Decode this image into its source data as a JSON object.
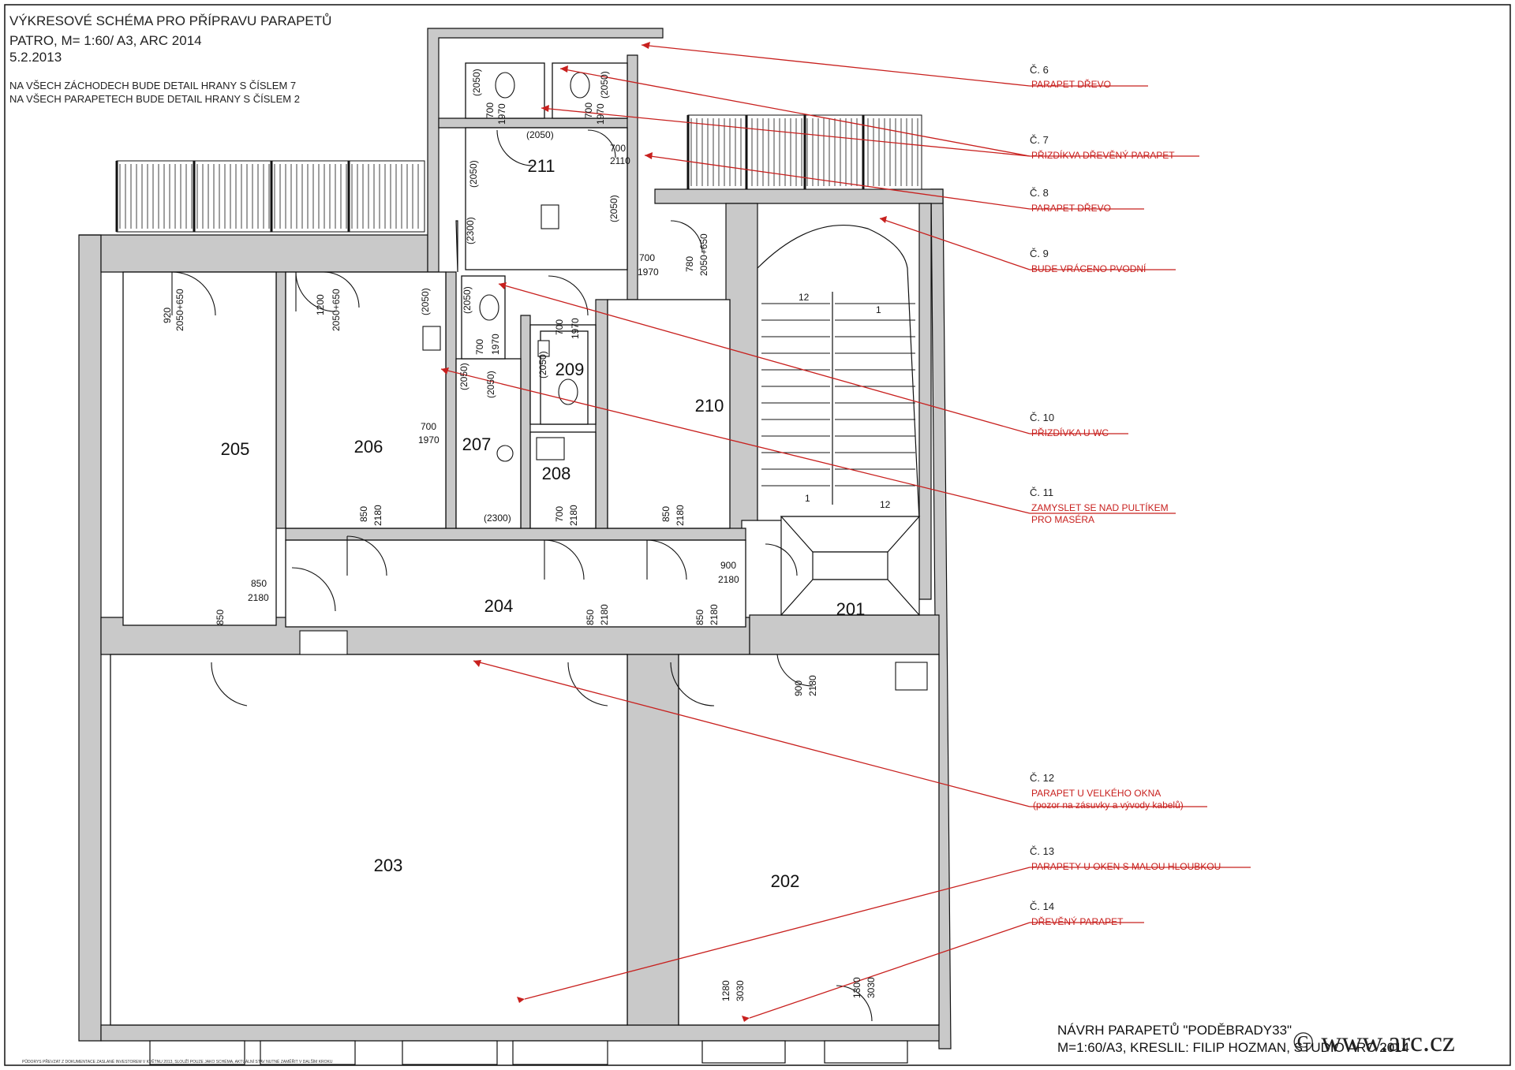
{
  "header": {
    "title": "VÝKRESOVÉ SCHÉMA PRO PŘÍPRAVU PARAPETŮ",
    "scale_line": "PATRO, M= 1:60/ A3, ARC 2014",
    "date": "5.2.2013",
    "note1": "NA VŠECH ZÁCHODECH BUDE DETAIL HRANY S ČÍSLEM 7",
    "note2": "NA VŠECH PARAPETECH BUDE DETAIL HRANY S ČÍSLEM 2"
  },
  "rooms": [
    {
      "id": "r201",
      "label": "201"
    },
    {
      "id": "r202",
      "label": "202"
    },
    {
      "id": "r203",
      "label": "203"
    },
    {
      "id": "r204",
      "label": "204"
    },
    {
      "id": "r205",
      "label": "205"
    },
    {
      "id": "r206",
      "label": "206"
    },
    {
      "id": "r207",
      "label": "207"
    },
    {
      "id": "r208",
      "label": "208"
    },
    {
      "id": "r209",
      "label": "209"
    },
    {
      "id": "r210",
      "label": "210"
    },
    {
      "id": "r211",
      "label": "211"
    }
  ],
  "dimensions": [
    "(2050)",
    "700",
    "1970",
    "(2050)",
    "700",
    "1970",
    "(2050)",
    "700",
    "2110",
    "(2050)",
    "(2050)",
    "(2300)",
    "(2050)",
    "700",
    "1970",
    "780",
    "2050+650",
    "920",
    "2050+650",
    "1200",
    "2050+650",
    "(2050)",
    "(2050)",
    "1970",
    "700",
    "700",
    "1970",
    "(2050)",
    "(2050)",
    "700",
    "1970",
    "12",
    "1",
    "1",
    "12",
    "(2300)",
    "850",
    "2180",
    "700",
    "2180",
    "850",
    "2180",
    "900",
    "2180",
    "850",
    "2180",
    "850",
    "850",
    "2180",
    "850",
    "2180",
    "900",
    "2180",
    "1280",
    "3030",
    "1300",
    "3030"
  ],
  "notes": [
    {
      "id": "Č. 6",
      "text": "PARAPET DŘEVO"
    },
    {
      "id": "Č. 7",
      "text": "PŘIZDÍKVA DŘEVĚNÝ PARAPET"
    },
    {
      "id": "Č. 8",
      "text": "PARAPET DŘEVO"
    },
    {
      "id": "Č. 9",
      "text": "BUDE VRÁCENO PVODNÍ"
    },
    {
      "id": "Č. 10",
      "text": "PŘIZDÍVKA U WC"
    },
    {
      "id": "Č. 11",
      "text": "ZAMYSLET SE NAD PULTÍKEM",
      "text2": "PRO MASÉRA"
    },
    {
      "id": "Č. 12",
      "text": "PARAPET U VELKÉHO OKNA",
      "text2": "(pozor na zásuvky a vývody kabelů)"
    },
    {
      "id": "Č. 13",
      "text": "PARAPETY U OKEN S MALOU HLOUBKOU"
    },
    {
      "id": "Č. 14",
      "text": "DŘEVĚNÝ PARAPET"
    }
  ],
  "footer": {
    "line1": "NÁVRH PARAPETŮ \"PODĚBRADY33\"",
    "line2": "M=1:60/A3, KRESLIL: FILIP HOZMAN, STUDIO ARC 2014",
    "tiny": "PŮDORYS PŘEVZAT Z DOKUMENTACE ZASLANÉ INVESTOREM V KVĚTNU 2013, SLOUŽÍ POUZE JAKO SCHÉMA, AKTUÁLNÍ STAV NUTNÉ ZAMĚŘIT V DALŠÍM KROKU",
    "watermark": "© www.arc.cz"
  },
  "colors": {
    "annotation": "#c8201e",
    "wall": "#c9c9c9",
    "line": "#111111"
  }
}
